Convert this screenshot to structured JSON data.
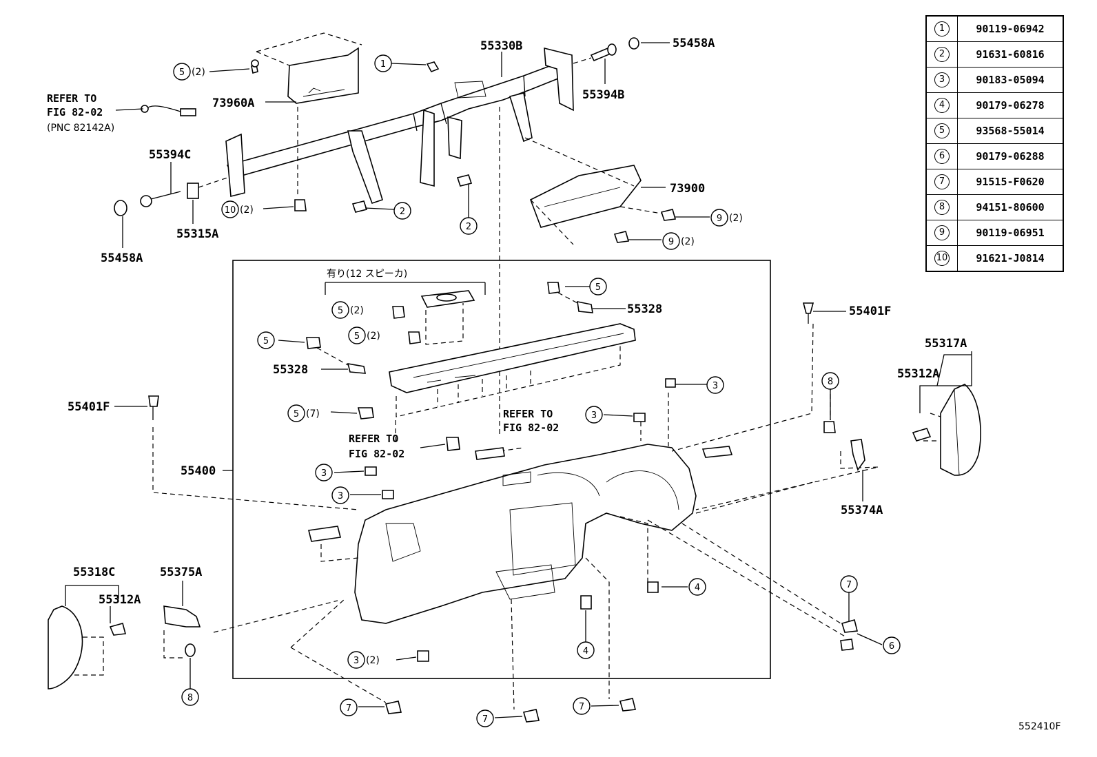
{
  "legend": [
    {
      "num": "1",
      "part": "90119-06942"
    },
    {
      "num": "2",
      "part": "91631-60816"
    },
    {
      "num": "3",
      "part": "90183-05094"
    },
    {
      "num": "4",
      "part": "90179-06278"
    },
    {
      "num": "5",
      "part": "93568-55014"
    },
    {
      "num": "6",
      "part": "90179-06288"
    },
    {
      "num": "7",
      "part": "91515-F0620"
    },
    {
      "num": "8",
      "part": "94151-80600"
    },
    {
      "num": "9",
      "part": "90119-06951"
    },
    {
      "num": "10",
      "part": "91621-J0814"
    }
  ],
  "labels": {
    "p55330B": "55330B",
    "p55458A_top": "55458A",
    "p55394B": "55394B",
    "p73960A": "73960A",
    "p55394C": "55394C",
    "p55315A": "55315A",
    "p55458A_left": "55458A",
    "p73900": "73900",
    "p55328_right": "55328",
    "p55328_left": "55328",
    "p55401F_left": "55401F",
    "p55401F_right": "55401F",
    "p55400": "55400",
    "p55317A": "55317A",
    "p55312A_right": "55312A",
    "p55374A": "55374A",
    "p55318C": "55318C",
    "p55312A_left": "55312A",
    "p55375A": "55375A"
  },
  "refs": {
    "top_line1": "REFER TO",
    "top_line2": "FIG 82-02",
    "top_line3": "(PNC 82142A)",
    "mid_line1": "REFER TO",
    "mid_line2": "FIG 82-02",
    "center_line1": "REFER TO",
    "center_line2": "FIG 82-02"
  },
  "quantities": {
    "q2": "(2)",
    "q7": "(7)"
  },
  "speaker_note": "有り(12 スピーカ)",
  "diagram_code": "552410F"
}
